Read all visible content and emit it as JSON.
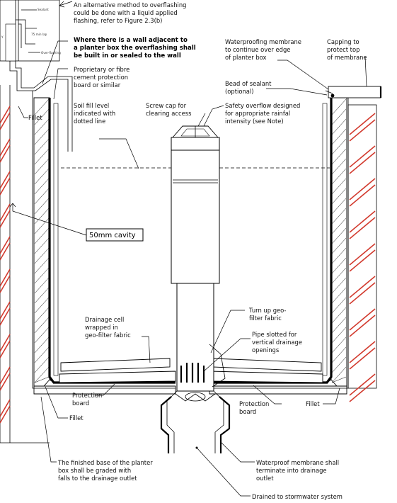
{
  "labels": {
    "alt_method": [
      "An alternative method to overflashing",
      "could be done with a liquid applied",
      "flashing, refer to Figure 2.3(b)"
    ],
    "wall_adjacent": [
      "Where there is a wall adjacent to",
      "a planter box the overflashing shall",
      "be built in or sealed to the wall"
    ],
    "protection_board_top": [
      "Proprietary or fibre",
      "cement protection",
      "board or similar"
    ],
    "fillet_left_top": "Fillet",
    "soil_fill": [
      "Soil fill level",
      "indicated with",
      "dotted line"
    ],
    "screw_cap": [
      "Screw cap for",
      "clearing access"
    ],
    "safety_overflow": [
      "Safety overflow designed",
      "for appropriate rainfal",
      "intensity (see Note)"
    ],
    "membrane_continue": [
      "Waterproofing membrane",
      "to continue over edge",
      "of planter box"
    ],
    "capping": [
      "Capping to",
      "protect top",
      "of membrane"
    ],
    "sealant_bead": [
      "Bead of sealant",
      "(optional)"
    ],
    "cavity": "50mm cavity",
    "drainage_cell": [
      "Drainage cell",
      "wrapped in",
      "geo-filter fabric"
    ],
    "turn_up": [
      "Turn up geo-",
      "filter fabric"
    ],
    "pipe_slotted": [
      "Pipe slotted for",
      "vertical drainage",
      "openings"
    ],
    "protection_board_left": [
      "Protection",
      "board"
    ],
    "fillet_bottom_left": "Fillet",
    "protection_board_right": [
      "Protection",
      "board"
    ],
    "fillet_right": "Fillet",
    "finished_base": [
      "The finished base of the planter",
      "box shall be graded with",
      "falls to the drainage outlet"
    ],
    "membrane_terminate": [
      "Waterproof membrane shall",
      "terminate into drainage",
      "outlet"
    ],
    "drained": "Drained to stormwater system",
    "tiny_sealant": "Sealant",
    "tiny_lap": "75 min lap",
    "tiny_overflashing": "Over-flashing"
  },
  "colors": {
    "brick_hatch": "#d23a2e",
    "line": "#000000",
    "background": "#ffffff"
  }
}
